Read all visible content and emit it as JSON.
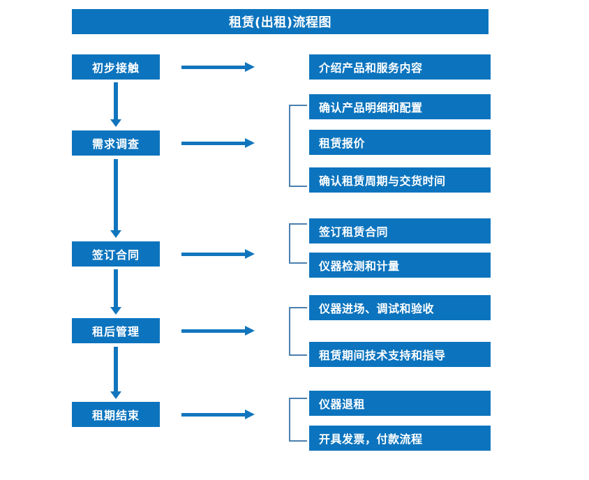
{
  "diagram": {
    "title": "租赁(出租)流程图",
    "accent_color": "#0c74be",
    "arrow_color": "#1175bd",
    "bracket_color": "#4a7fb0",
    "text_color": "#ffffff",
    "background": "#ffffff",
    "stages": [
      {
        "id": "stage-1",
        "label": "初步接触"
      },
      {
        "id": "stage-2",
        "label": "需求调查"
      },
      {
        "id": "stage-3",
        "label": "签订合同"
      },
      {
        "id": "stage-4",
        "label": "租后管理"
      },
      {
        "id": "stage-5",
        "label": "租期结束"
      }
    ],
    "details": [
      {
        "id": "detail-1-1",
        "stage": "初步接触",
        "label": "介绍产品和服务内容"
      },
      {
        "id": "detail-2-1",
        "stage": "需求调查",
        "label": "确认产品明细和配置"
      },
      {
        "id": "detail-2-2",
        "stage": "需求调查",
        "label": "租赁报价"
      },
      {
        "id": "detail-2-3",
        "stage": "需求调查",
        "label": "确认租赁周期与交货时间"
      },
      {
        "id": "detail-3-1",
        "stage": "签订合同",
        "label": "签订租赁合同"
      },
      {
        "id": "detail-3-2",
        "stage": "签订合同",
        "label": "仪器检测和计量"
      },
      {
        "id": "detail-4-1",
        "stage": "租后管理",
        "label": "仪器进场、调试和验收"
      },
      {
        "id": "detail-4-2",
        "stage": "租后管理",
        "label": "租赁期间技术支持和指导"
      },
      {
        "id": "detail-5-1",
        "stage": "租期结束",
        "label": "仪器退租"
      },
      {
        "id": "detail-5-2",
        "stage": "租期结束",
        "label": "开具发票，付款流程"
      }
    ]
  },
  "chart_data": {
    "type": "diagram",
    "title": "租赁(出租)流程图",
    "nodes": [
      {
        "level": "stage",
        "order": 1,
        "label": "初步接触",
        "children": [
          "介绍产品和服务内容"
        ]
      },
      {
        "level": "stage",
        "order": 2,
        "label": "需求调查",
        "children": [
          "确认产品明细和配置",
          "租赁报价",
          "确认租赁周期与交货时间"
        ]
      },
      {
        "level": "stage",
        "order": 3,
        "label": "签订合同",
        "children": [
          "签订租赁合同",
          "仪器检测和计量"
        ]
      },
      {
        "level": "stage",
        "order": 4,
        "label": "租后管理",
        "children": [
          "仪器进场、调试和验收",
          "租赁期间技术支持和指导"
        ]
      },
      {
        "level": "stage",
        "order": 5,
        "label": "租期结束",
        "children": [
          "仪器退租",
          "开具发票，付款流程"
        ]
      }
    ],
    "flow": "初步接触 → 需求调查 → 签订合同 → 租后管理 → 租期结束"
  }
}
